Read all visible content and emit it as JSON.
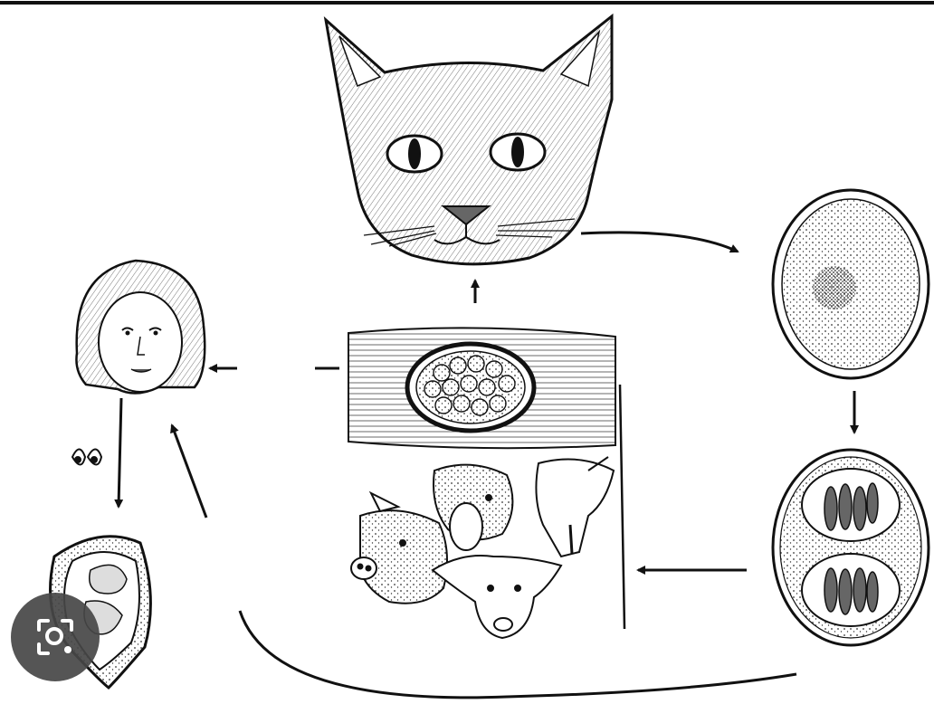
{
  "diagram": {
    "stages": [
      {
        "id": "cat",
        "icon": "cat-head-icon"
      },
      {
        "id": "oocyst-unsporulated",
        "icon": "oocyst-icon"
      },
      {
        "id": "oocyst-sporulated",
        "icon": "sporulated-oocyst-icon"
      },
      {
        "id": "intermediate-hosts",
        "icon": "livestock-icon"
      },
      {
        "id": "tissue-cyst",
        "icon": "tissue-cyst-icon"
      },
      {
        "id": "human",
        "icon": "human-head-icon"
      },
      {
        "id": "tachyzoites",
        "icon": "tachyzoite-icon"
      },
      {
        "id": "fetus",
        "icon": "fetus-in-utero-icon"
      }
    ]
  },
  "overlay": {
    "lens_button_icon": "visual-search-icon"
  },
  "colors": {
    "ink": "#111111",
    "background": "#ffffff",
    "overlay": "#464646"
  }
}
